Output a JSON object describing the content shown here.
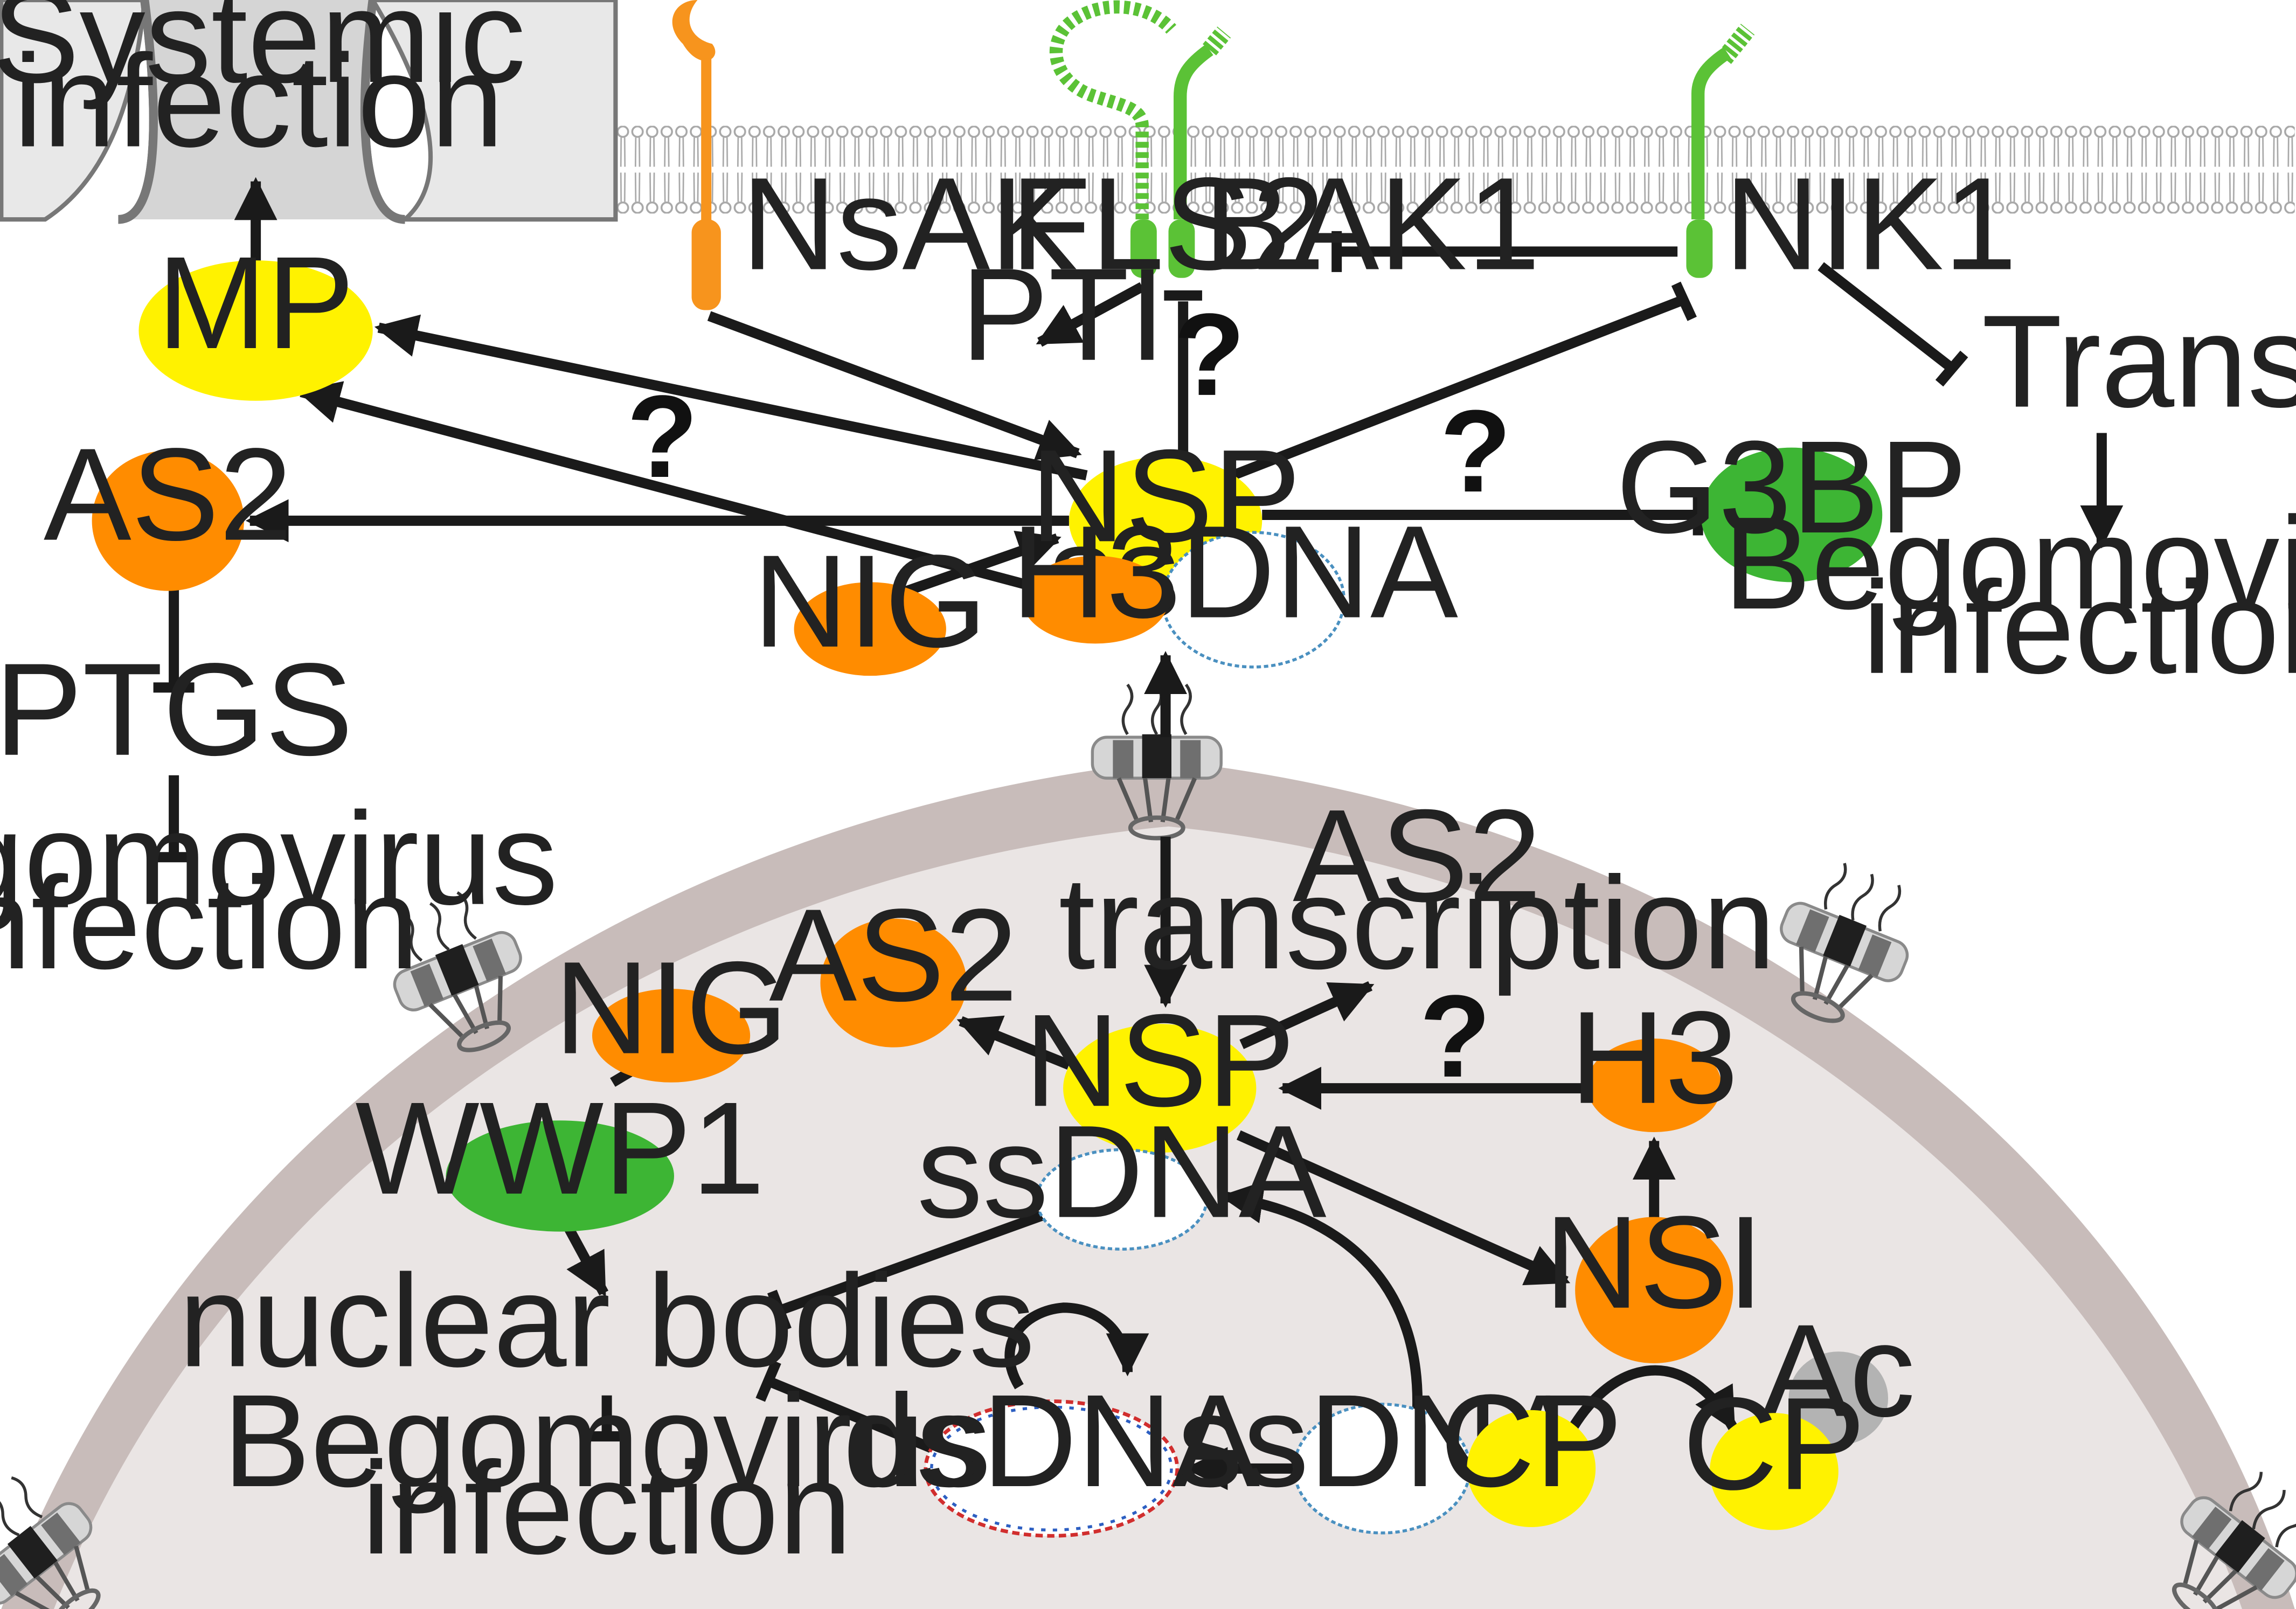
{
  "colors": {
    "yellow": "#FFF200",
    "orange": "#FF8C00",
    "green": "#3DB534",
    "receptor_green": "#5BC236",
    "receptor_orange": "#F7941D",
    "nucleus_fill": "#EAE5E4",
    "nuclear_envelope": "#C8BCBA",
    "membrane": "#A8A8A8",
    "pore": "#D6D6D6",
    "ssdna": "#4A90C0"
  },
  "labels": {
    "systemic_infection": [
      "Systemic",
      "infection"
    ],
    "mp": "MP",
    "nsak": "NsAK",
    "fls2": "FLS2",
    "bak1": "BAK1",
    "nik1": "NIK1",
    "pti": "PTI",
    "translation": "Translation",
    "bego_right": [
      "Begomovirus",
      "infection"
    ],
    "as2_top": "AS2",
    "ptgs": "PTGS",
    "bego_left": [
      "Begomovirus",
      "infection"
    ],
    "nsp_top": "NSP",
    "g3bp": "G3BP",
    "nig_top": "NIG",
    "h3_top": "H3",
    "ssdna_top": "ssDNA",
    "question": "?",
    "as2_nuc": "AS2",
    "as2_transcription": [
      "AS2",
      "transcription"
    ],
    "nsp_nuc": "NSP",
    "ssdna_nuc": "ssDNA",
    "h3_nuc": "H3",
    "nig_nuc": "NIG",
    "wwp1": "WWP1",
    "nuclear_bodies": "nuclear bodies",
    "bego_nuc": [
      "Begomovirus",
      "infection"
    ],
    "nsi": "NSI",
    "dsdna": "dsDNA",
    "ssdna_bottom": "ssDNA",
    "cp_left": "CP",
    "cp_right": "CP",
    "ac": "Ac"
  }
}
